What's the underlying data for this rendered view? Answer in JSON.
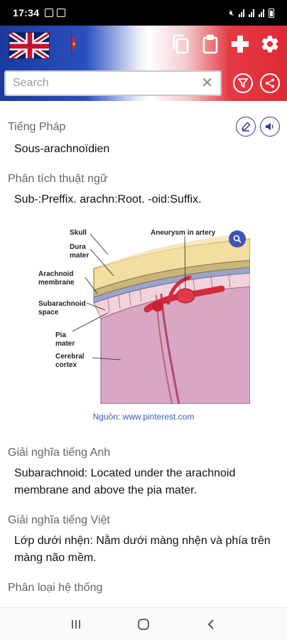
{
  "status_bar": {
    "time": "17:34"
  },
  "search": {
    "placeholder": "Search"
  },
  "sections": {
    "french": {
      "label": "Tiếng Pháp",
      "text": "Sous-arachnoïdien"
    },
    "term_analysis": {
      "label": "Phân tích thuật ngữ",
      "text": "Sub-:Preffix. arachn:Root. -oid:Suffix."
    },
    "figure": {
      "labels": {
        "skull": "Skull",
        "dura": "Dura mater",
        "arachnoid": "Arachnoid membrane",
        "subarachnoid": "Subarachnoid space",
        "pia": "Pia mater",
        "cortex": "Cerebral cortex",
        "aneurysm": "Aneurysm in artery"
      },
      "caption": "Nguồn: www.pinterest.com"
    },
    "english_def": {
      "label": "Giải nghĩa tiếng Anh",
      "text": "Subarachnoid: Located under the arachnoid membrane and above the pia mater."
    },
    "vietnamese_def": {
      "label": "Giải nghĩa tiếng Việt",
      "text": "Lớp dưới nhện: Nằm dưới màng nhện và phía trên màng não mềm."
    },
    "classification": {
      "label": "Phân loại hệ thống"
    }
  },
  "icons": {
    "copy": "copy-icon",
    "clipboard": "clipboard-icon",
    "game": "gamepad-icon",
    "settings": "gear-icon",
    "filter": "filter-icon",
    "share": "share-icon",
    "edit": "edit-icon",
    "speaker": "speaker-icon",
    "zoom": "zoom-icon"
  },
  "colors": {
    "header_left": "#1a3aa0",
    "header_right": "#e02a35",
    "accent_blue": "#2b3f8f",
    "caption_blue": "#3b57b5"
  }
}
